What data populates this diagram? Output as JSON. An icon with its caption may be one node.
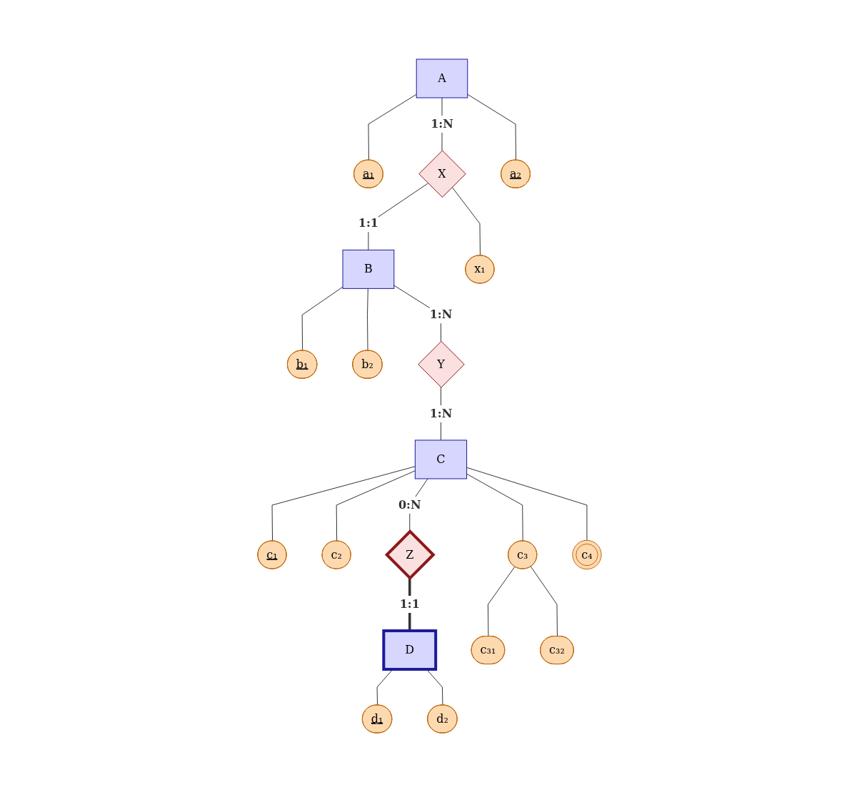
{
  "diagram": {
    "nodes": [
      {
        "text": [
          "a₁"
        ]
      },
      {
        "text": [
          "b₁"
        ]
      },
      {
        "text": [
          "A"
        ]
      },
      {
        "text": [
          "X"
        ]
      },
      {
        "text": [
          "B"
        ]
      },
      {
        "text": [
          "b₂"
        ]
      },
      {
        "text": [
          "a₂"
        ]
      },
      {
        "text": [
          "x₁"
        ]
      },
      {
        "text": [
          "Y"
        ]
      },
      {
        "text": [
          "c₁"
        ]
      },
      {
        "text": [
          "d₁"
        ]
      },
      {
        "text": [
          "c₂"
        ]
      },
      {
        "text": [
          "C"
        ]
      },
      {
        "text": [
          "Z"
        ]
      },
      {
        "text": [
          "D"
        ]
      },
      {
        "text": [
          "c₃"
        ]
      },
      {
        "text": [
          "c₄"
        ]
      },
      {
        "text": [
          "d₂"
        ]
      },
      {
        "text": [
          "c₃₁"
        ]
      },
      {
        "text": [
          "c₃₂"
        ]
      }
    ],
    "edges": [
      {
        "from": 2,
        "to": 0,
        "arrow": "none"
      },
      {
        "from": 2,
        "to": 6,
        "arrow": "none"
      },
      {
        "from": 2,
        "to": 3,
        "label": "1:N",
        "arrow": "none"
      },
      {
        "from": 3,
        "to": 4,
        "label": "1:1",
        "arrow": "none"
      },
      {
        "from": 3,
        "to": 7,
        "arrow": "none"
      },
      {
        "from": 4,
        "to": 1,
        "arrow": "none"
      },
      {
        "from": 4,
        "to": 5,
        "arrow": "none"
      },
      {
        "from": 4,
        "to": 8,
        "label": "1:N",
        "arrow": "none"
      },
      {
        "from": 8,
        "to": 12,
        "label": "1:N",
        "arrow": "none"
      },
      {
        "from": 12,
        "to": 9,
        "arrow": "none"
      },
      {
        "from": 12,
        "to": 11,
        "arrow": "none"
      },
      {
        "from": 12,
        "to": 15,
        "arrow": "none"
      },
      {
        "from": 12,
        "to": 16,
        "arrow": "none"
      },
      {
        "from": 15,
        "to": 18,
        "arrow": "none"
      },
      {
        "from": 15,
        "to": 19,
        "arrow": "none"
      },
      {
        "from": 12,
        "to": 13,
        "label": "0:N",
        "arrow": "none"
      },
      {
        "from": 13,
        "to": 14,
        "label": "1:1",
        "arrow": "none",
        "style": "thick"
      },
      {
        "from": 14,
        "to": 10,
        "arrow": "none"
      },
      {
        "from": 14,
        "to": 17,
        "arrow": "none"
      }
    ]
  }
}
